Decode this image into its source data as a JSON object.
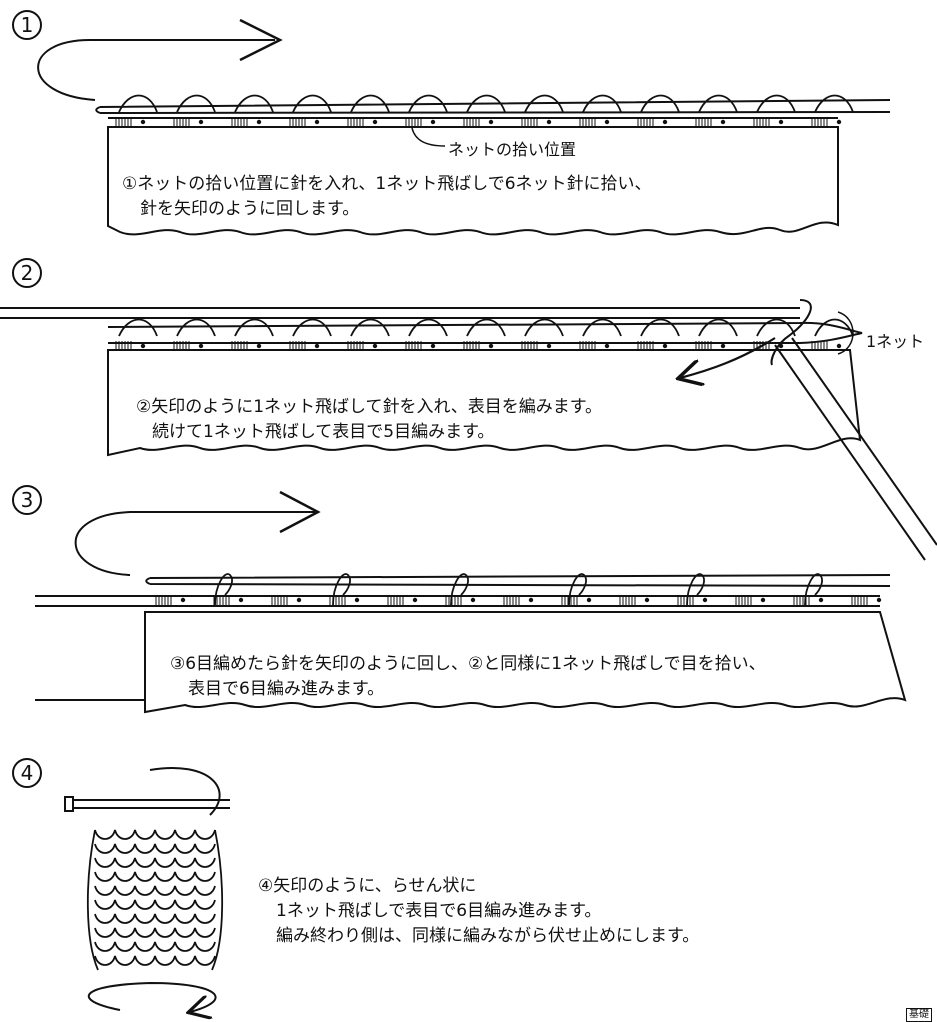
{
  "steps": [
    {
      "number": "1",
      "label_callout": "ネットの拾い位置",
      "text_lines": [
        "①ネットの拾い位置に針を入れ、1ネット飛ばしで6ネット針に拾い、",
        "針を矢印のように回します。"
      ]
    },
    {
      "number": "2",
      "label_callout": "1ネット",
      "text_lines": [
        "②矢印のように1ネット飛ばして針を入れ、表目を編みます。",
        "続けて1ネット飛ばして表目で5目編みます。"
      ]
    },
    {
      "number": "3",
      "text_lines": [
        "③6目編めたら針を矢印のように回し、②と同様に1ネット飛ばしで目を拾い、",
        "表目で6目編み進みます。"
      ]
    },
    {
      "number": "4",
      "text_lines": [
        "④矢印のように、らせん状に",
        "1ネット飛ばしで表目で6目編み進みます。",
        "編み終わり側は、同様に編みながら伏せ止めにします。"
      ]
    }
  ],
  "corner_tag": "基礎"
}
